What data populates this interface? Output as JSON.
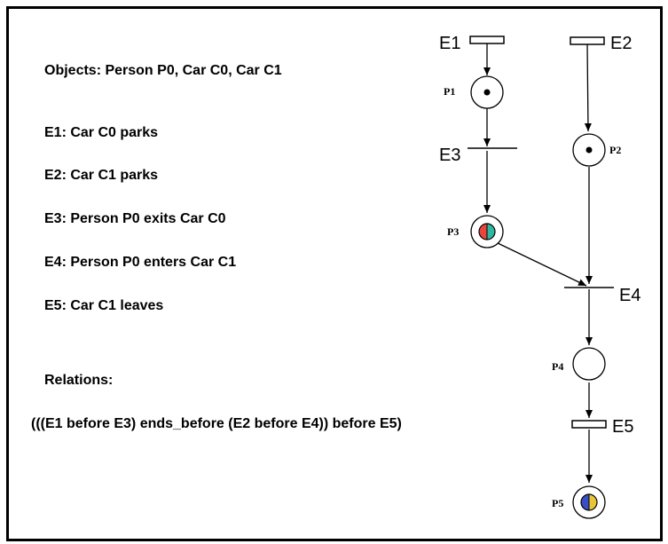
{
  "objects_line": "Objects: Person P0, Car C0, Car C1",
  "events": [
    {
      "text": "E1: Car C0 parks"
    },
    {
      "text": "E2: Car C1 parks"
    },
    {
      "text": "E3: Person P0 exits Car C0"
    },
    {
      "text": "E4: Person P0 enters Car C1"
    },
    {
      "text": "E5: Car C1 leaves"
    }
  ],
  "relations_heading": "Relations:",
  "relations_expression": "(((E1 before E3) ends_before (E2 before E4)) before E5)",
  "petri_net": {
    "transitions": {
      "E1": "E1",
      "E2": "E2",
      "E3": "E3",
      "E4": "E4",
      "E5": "E5"
    },
    "places": {
      "P1": {
        "label": "P1",
        "token": "black-dot"
      },
      "P2": {
        "label": "P2",
        "token": "black-dot"
      },
      "P3": {
        "label": "P3",
        "token": "split-red-teal",
        "colors": [
          "#e8453c",
          "#2fb8a0"
        ]
      },
      "P4": {
        "label": "P4",
        "token": "none"
      },
      "P5": {
        "label": "P5",
        "token": "split-blue-yellow",
        "colors": [
          "#3a4fc4",
          "#e8c43a"
        ]
      }
    }
  }
}
